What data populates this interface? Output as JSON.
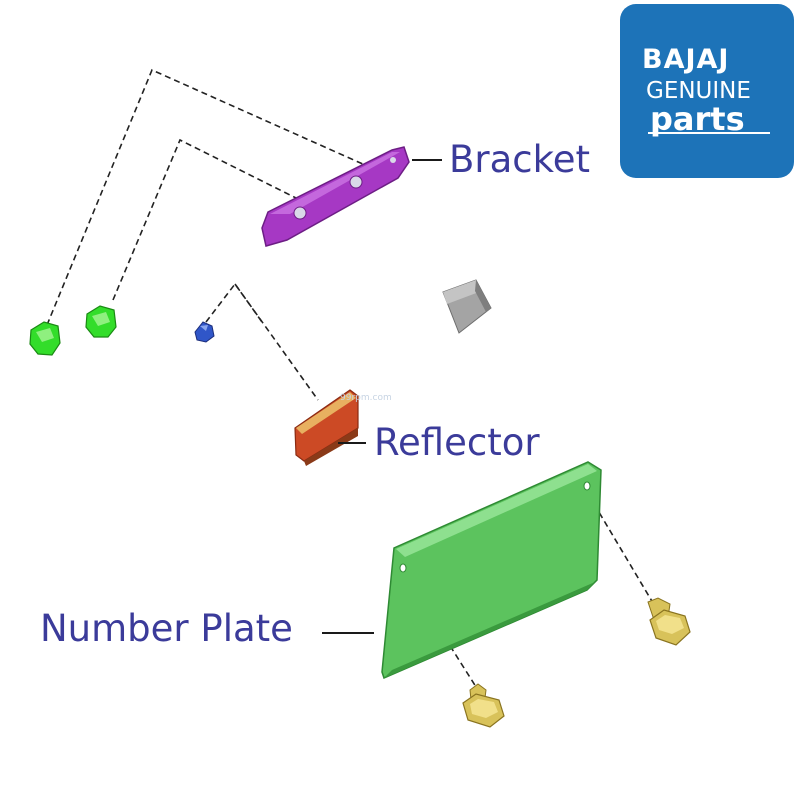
{
  "labels": {
    "bracket": "Bracket",
    "reflector": "Reflector",
    "number_plate": "Number Plate"
  },
  "logo": {
    "line1": "BAJAJ",
    "line2": "GENUINE",
    "line3": "parts",
    "color": "#1d73b8"
  },
  "watermark": "99rpm.com",
  "colors": {
    "bracket": "#a638c4",
    "clip": "#33dd2a",
    "nut": "#3056c8",
    "block": "#9a9a9a",
    "reflector": "#cc4a25",
    "plate": "#5cc35e",
    "bolt": "#d8c25a",
    "label": "#3b3b9a"
  }
}
